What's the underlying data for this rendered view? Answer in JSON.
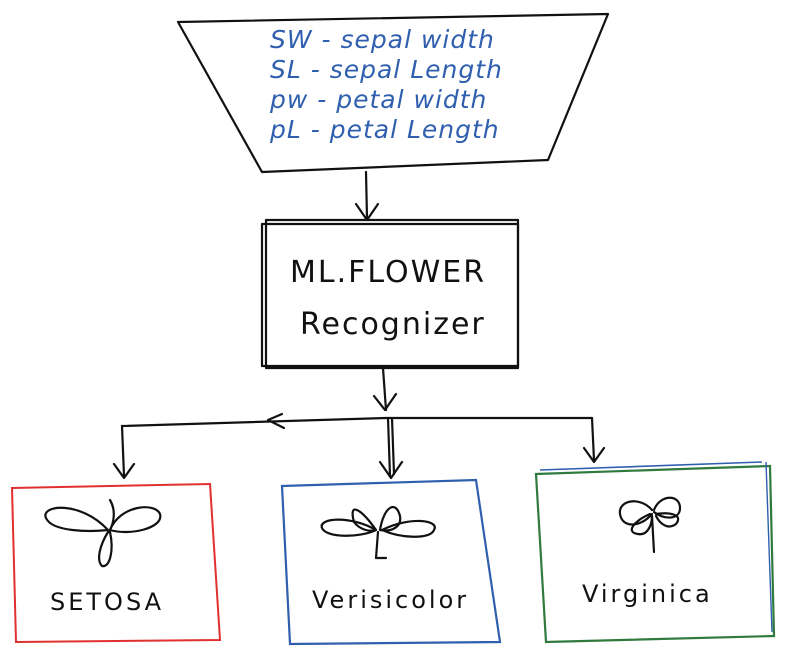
{
  "inputs_box": {
    "lines": [
      "SW - sepal width",
      "SL - sepal Length",
      "pw - petal width",
      "pL - petal Length"
    ]
  },
  "model_box": {
    "line1": "ML.FLOWER",
    "line2": "Recognizer"
  },
  "classes": [
    {
      "label": "SETOSA",
      "border_color": "#e03030"
    },
    {
      "label": "Verisicolor",
      "border_color": "#2f5fae"
    },
    {
      "label": "Virginica",
      "border_color": "#2f7a3c"
    }
  ],
  "colors": {
    "ink": "#111111",
    "note_blue": "#2f5fae"
  }
}
